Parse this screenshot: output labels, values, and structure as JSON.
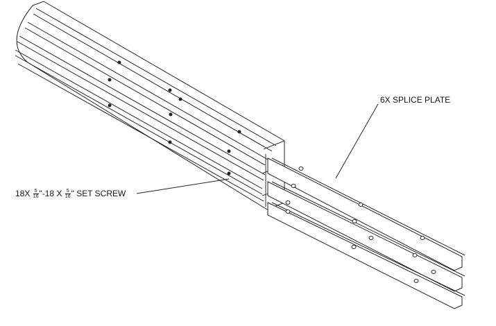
{
  "callouts": {
    "splice_plate": "6X SPLICE PLATE",
    "set_screw": {
      "qty": "18X",
      "size_num": "5",
      "size_den": "16",
      "thread": "\"-18 X",
      "len_num": "5",
      "len_den": "16",
      "suffix": "\" SET SCREW"
    }
  }
}
